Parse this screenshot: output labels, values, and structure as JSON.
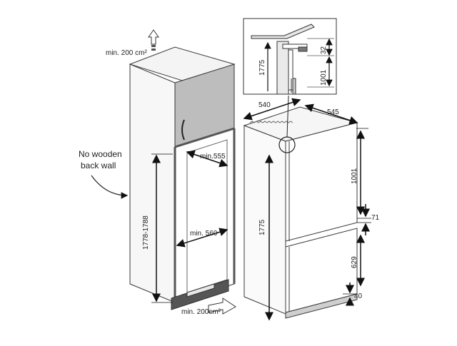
{
  "cabinet": {
    "vent_top_label": "min. 200 cm²",
    "vent_bottom_label": "min. 200cm²",
    "back_wall_note_line1": "No wooden",
    "back_wall_note_line2": "back wall",
    "niche_height_label": "1778-1788",
    "niche_width_top_label": "min.555",
    "niche_width_bottom_label": "min. 560"
  },
  "appliance": {
    "width_label": "540",
    "depth_label": "545",
    "height_label": "1775",
    "fridge_section_label": "1001",
    "gap_label": "71",
    "freezer_section_label": "629",
    "base_label": "40"
  },
  "detail": {
    "height_label": "1775",
    "top_label": "32",
    "section_label": "1001"
  },
  "colors": {
    "line": "#3a3a3a",
    "panel": "#bfbfbf",
    "dark": "#444444",
    "light": "#f2f2f2"
  }
}
